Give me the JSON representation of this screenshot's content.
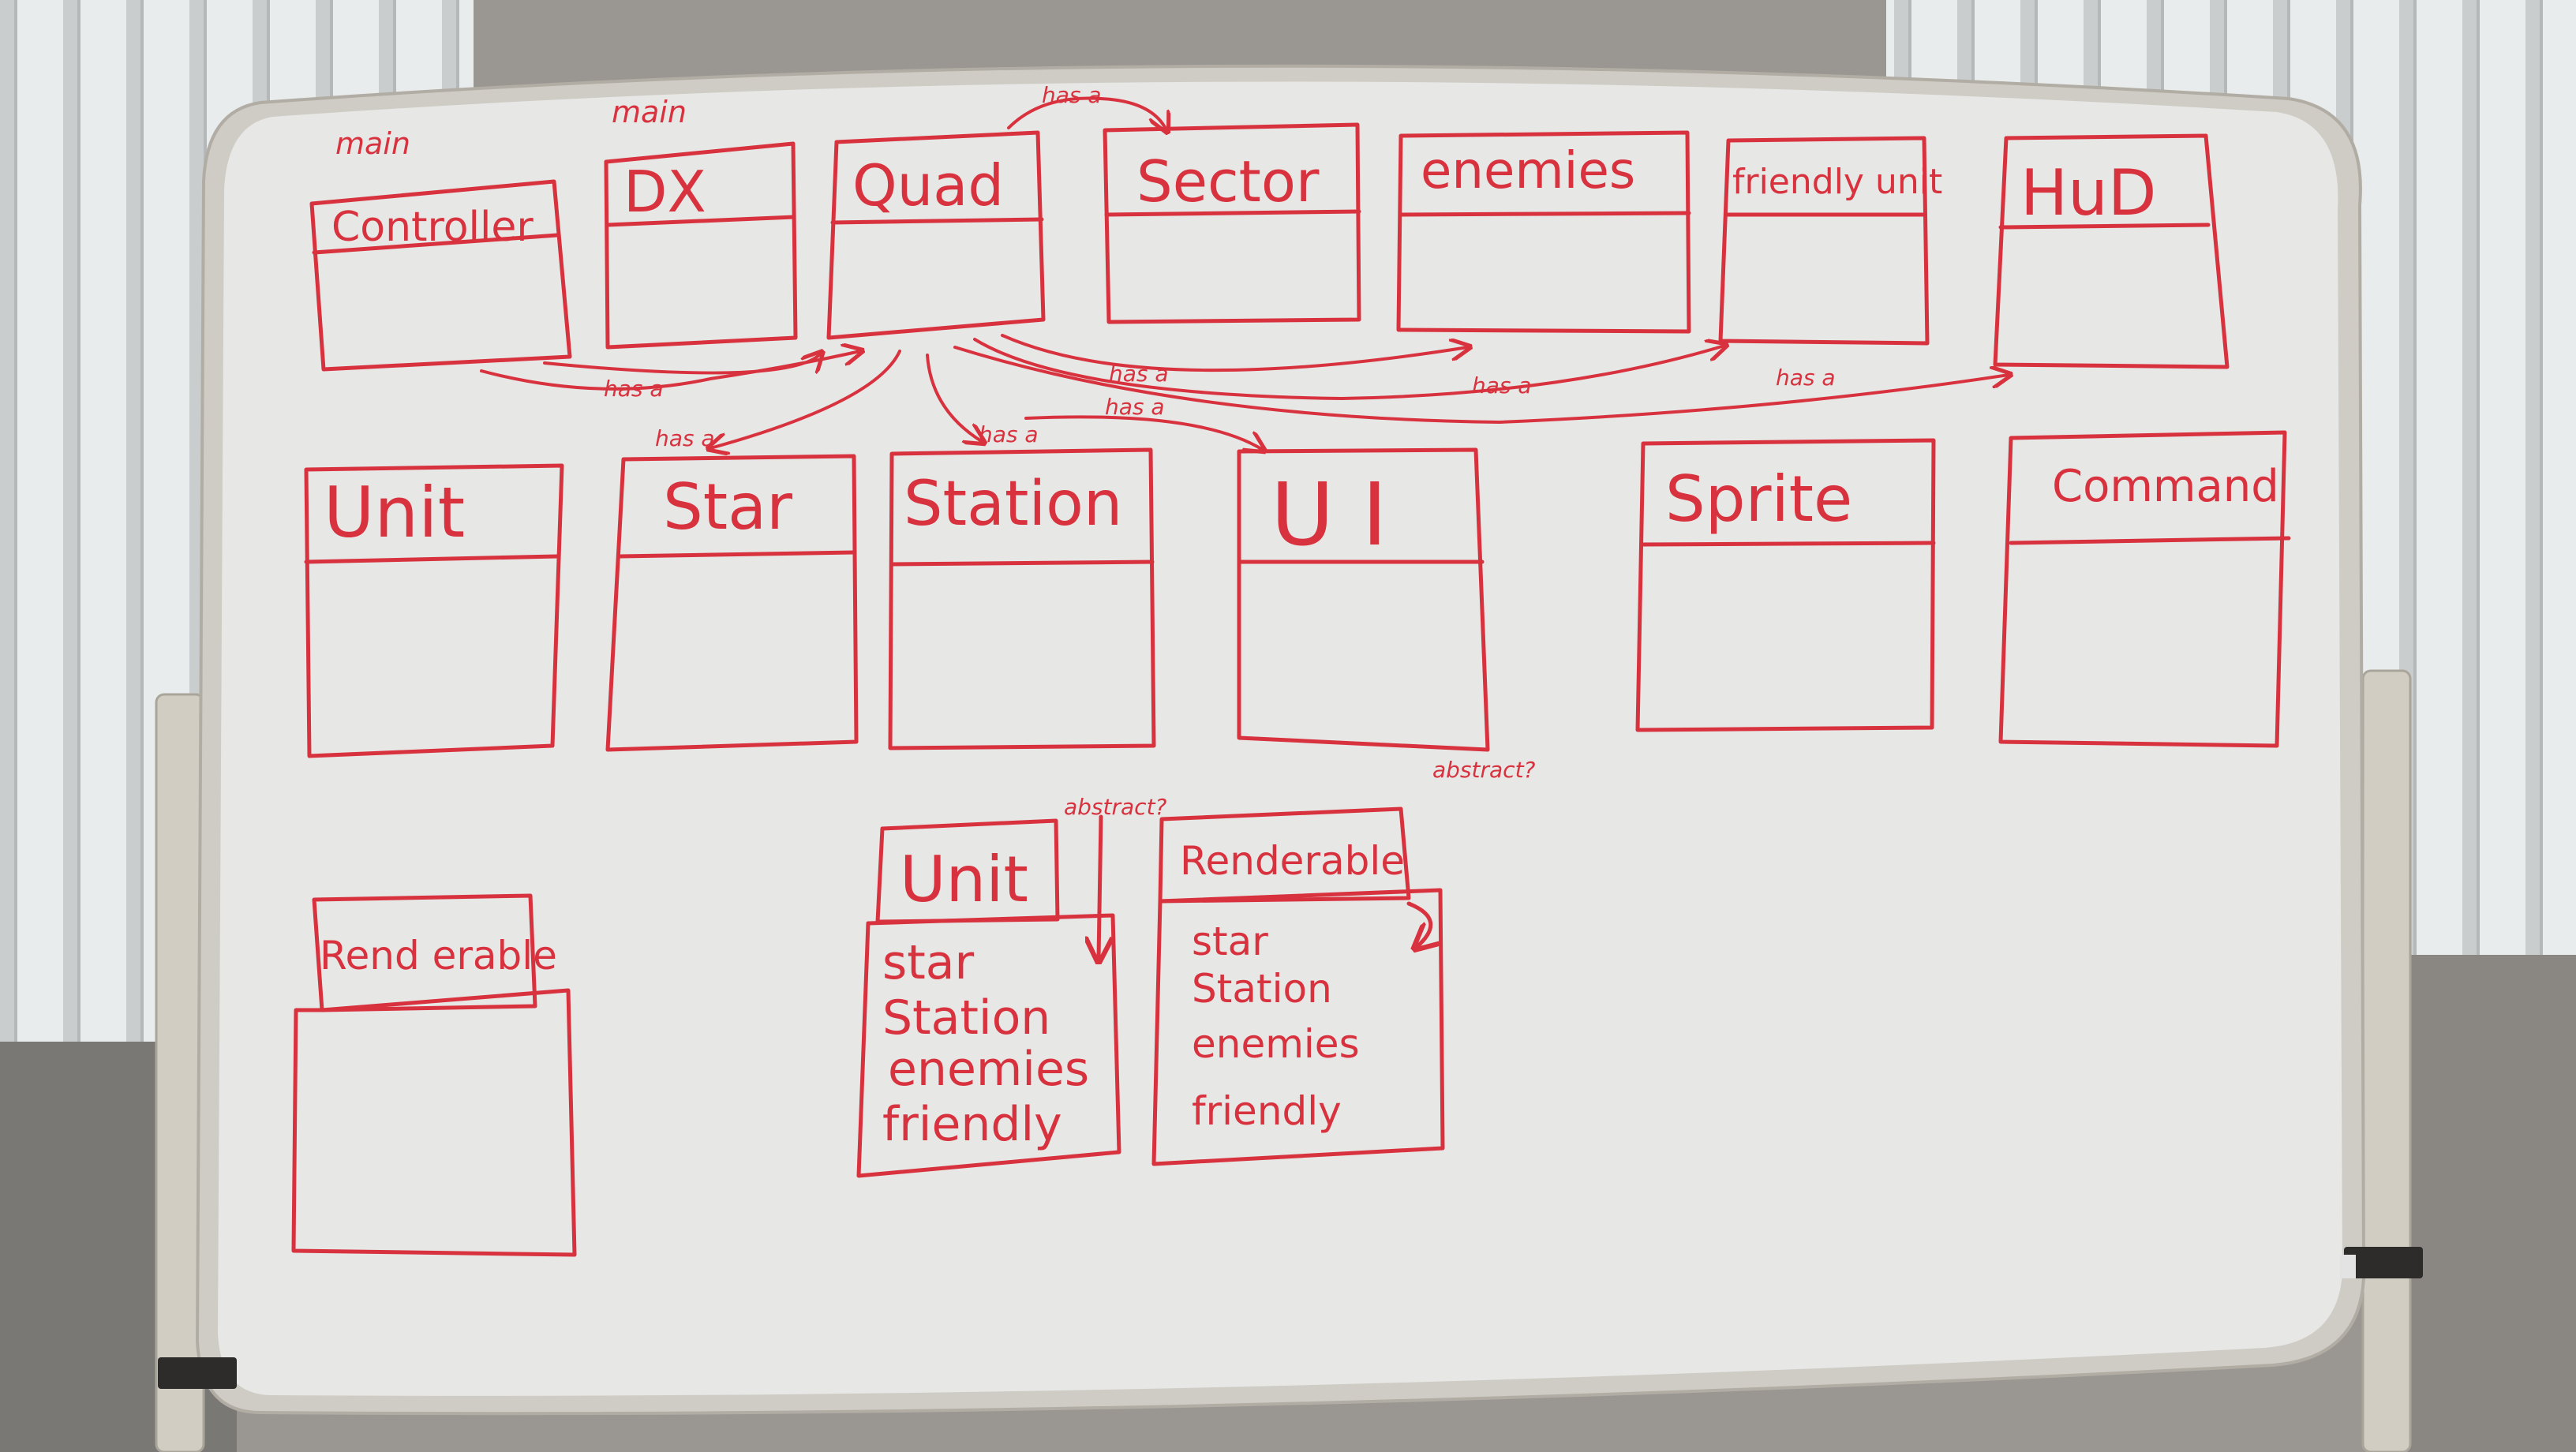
{
  "colors": {
    "marker": "#d8323f",
    "board": "#e6e6e4",
    "frame": "#cdcac3",
    "wall": "#8c8a86",
    "blind": "#eef0f0",
    "stand": "#d2cdc3"
  },
  "top_row": {
    "controller": {
      "title": "Controller",
      "tag": "main"
    },
    "dx": {
      "title": "DX",
      "tag": "main"
    },
    "quad": {
      "title": "Quad"
    },
    "sector": {
      "title": "Sector"
    },
    "enemies": {
      "title": "enemies"
    },
    "friendly_unit": {
      "title": "friendly unit"
    },
    "hud": {
      "title": "HuD"
    }
  },
  "middle_row": {
    "unit": {
      "title": "Unit"
    },
    "star": {
      "title": "Star"
    },
    "station": {
      "title": "Station"
    },
    "ui": {
      "title": "U I"
    },
    "sprite": {
      "title": "Sprite"
    },
    "command": {
      "title": "Command"
    }
  },
  "bottom_row": {
    "renderable_left": {
      "title": "Rend erable"
    },
    "unit_abstract": {
      "title": "Unit",
      "note": "abstract?",
      "items": [
        "star",
        "Station",
        "enemies",
        "friendly"
      ]
    },
    "renderable_abstract": {
      "title": "Renderable",
      "note": "abstract?",
      "items": [
        "star",
        "Station",
        "enemies",
        "friendly"
      ]
    }
  },
  "relations": {
    "has_a_1": "has a",
    "has_a_2": "has a",
    "has_a_3": "has a",
    "has_a_4": "has a",
    "has_a_5": "has a",
    "has_a_6": "has a",
    "has_a_7": "has a",
    "has_a_8": "has a"
  }
}
